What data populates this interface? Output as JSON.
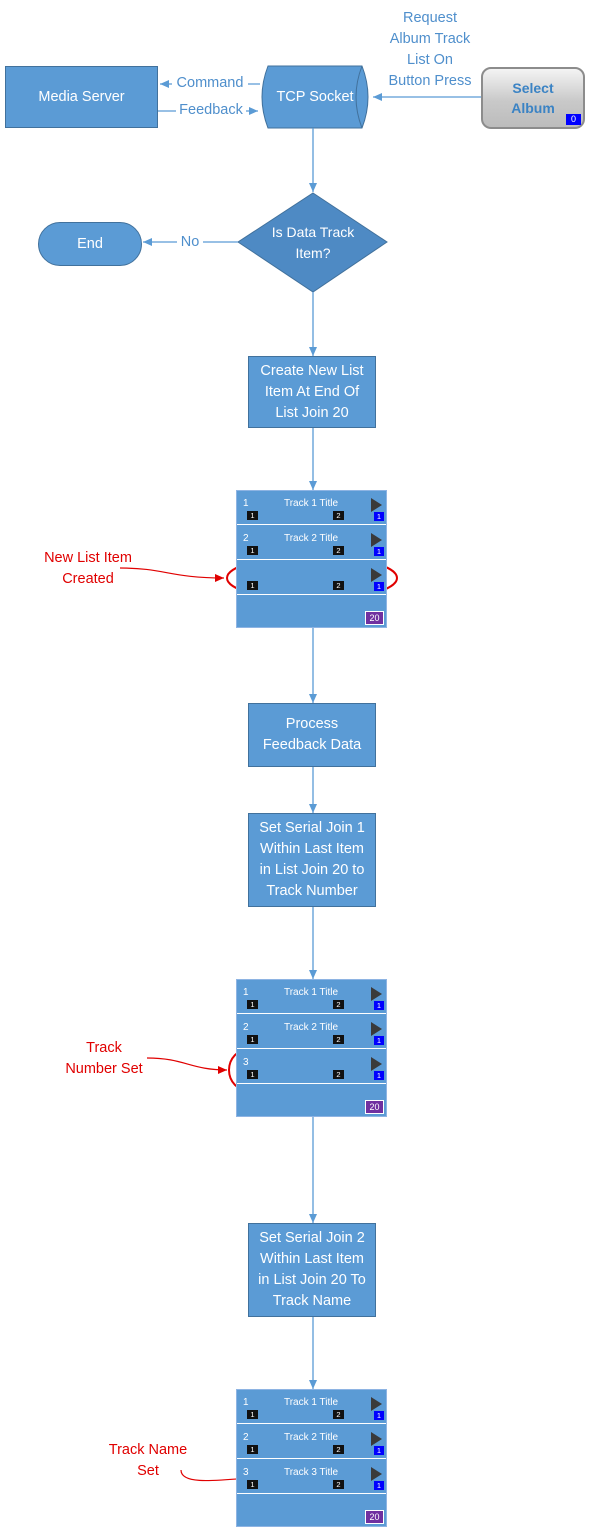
{
  "boxes": {
    "media_server": "Media Server",
    "tcp_socket": "TCP Socket",
    "select_album": "Select\nAlbum",
    "select_album_join": "0",
    "decision": "Is Data Track\nItem?",
    "end": "End",
    "create_item": "Create New List\nItem At End Of\nList Join 20",
    "process_feedback": "Process\nFeedback Data",
    "set_serial_1": "Set Serial Join 1\nWithin Last Item\nin List Join 20 to\nTrack Number",
    "set_serial_2": "Set Serial Join 2\nWithin Last Item\nin List Join 20 To\nTrack Name"
  },
  "labels": {
    "request": "Request\nAlbum Track\nList On\nButton Press",
    "command": "Command",
    "feedback": "Feedback",
    "no": "No"
  },
  "notes": {
    "new_item": "New List Item\nCreated",
    "track_number": "Track\nNumber Set",
    "track_name": "Track Name\nSet"
  },
  "lists": [
    {
      "join": "20",
      "rows": [
        {
          "num": "1",
          "title": "Track 1 Title",
          "j1": "1",
          "j2": "2",
          "j3": "1"
        },
        {
          "num": "2",
          "title": "Track 2 Title",
          "j1": "1",
          "j2": "2",
          "j3": "1"
        },
        {
          "num": "",
          "title": "",
          "j1": "1",
          "j2": "2",
          "j3": "1"
        }
      ]
    },
    {
      "join": "20",
      "rows": [
        {
          "num": "1",
          "title": "Track 1 Title",
          "j1": "1",
          "j2": "2",
          "j3": "1"
        },
        {
          "num": "2",
          "title": "Track 2 Title",
          "j1": "1",
          "j2": "2",
          "j3": "1"
        },
        {
          "num": "3",
          "title": "",
          "j1": "1",
          "j2": "2",
          "j3": "1"
        }
      ]
    },
    {
      "join": "20",
      "rows": [
        {
          "num": "1",
          "title": "Track 1 Title",
          "j1": "1",
          "j2": "2",
          "j3": "1"
        },
        {
          "num": "2",
          "title": "Track 2 Title",
          "j1": "1",
          "j2": "2",
          "j3": "1"
        },
        {
          "num": "3",
          "title": "Track 3 Title",
          "j1": "1",
          "j2": "2",
          "j3": "1"
        }
      ]
    }
  ],
  "colors": {
    "shape_fill": "#5b9bd5",
    "connector": "#5b9bd5",
    "annotation": "#e00000",
    "list_join_badge": "#7030a0",
    "button_join_badge": "#0000ff"
  }
}
